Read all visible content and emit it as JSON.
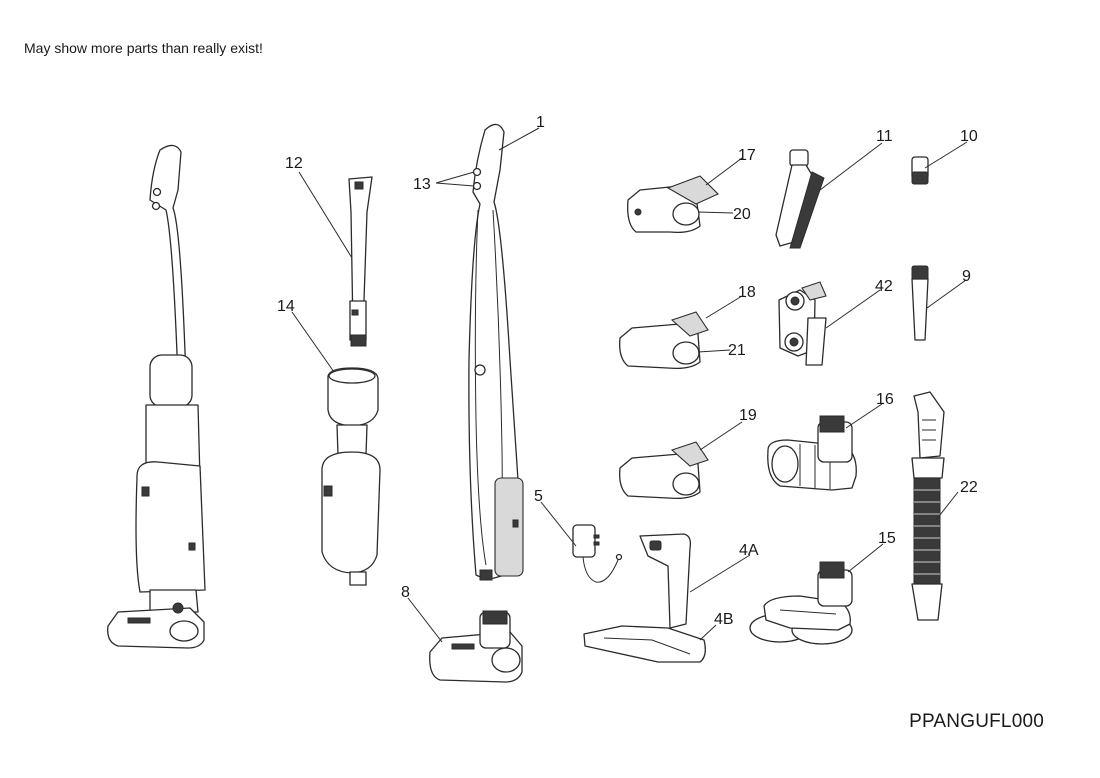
{
  "header": {
    "note": "May show more parts than really exist!"
  },
  "footer": {
    "diagram_code": "PPANGUFL000"
  },
  "callouts": {
    "c1": "1",
    "c4A": "4A",
    "c4B": "4B",
    "c5": "5",
    "c8": "8",
    "c9": "9",
    "c10": "10",
    "c11": "11",
    "c12": "12",
    "c13": "13",
    "c14": "14",
    "c15": "15",
    "c16": "16",
    "c17": "17",
    "c18": "18",
    "c19": "19",
    "c20": "20",
    "c21": "21",
    "c22": "22",
    "c42": "42"
  }
}
